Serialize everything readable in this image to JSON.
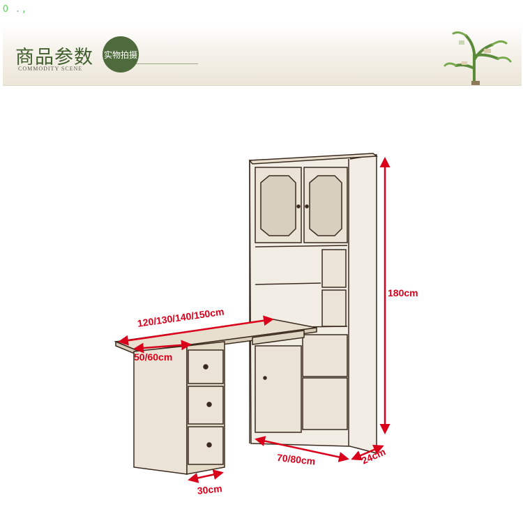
{
  "corner_mark": "O .,",
  "banner": {
    "title": "商品参数",
    "subtitle": "COMMODITY SCENE",
    "badge": "实物拍摄"
  },
  "dimensions": {
    "desk_length": "120/130/140/150cm",
    "desk_depth": "50/60cm",
    "height": "180cm",
    "cabinet_width": "70/80cm",
    "cabinet_depth": "24cm",
    "drawer_width": "30cm"
  },
  "colors": {
    "dimension": "#d9001b",
    "accent": "#4f6b3d"
  }
}
